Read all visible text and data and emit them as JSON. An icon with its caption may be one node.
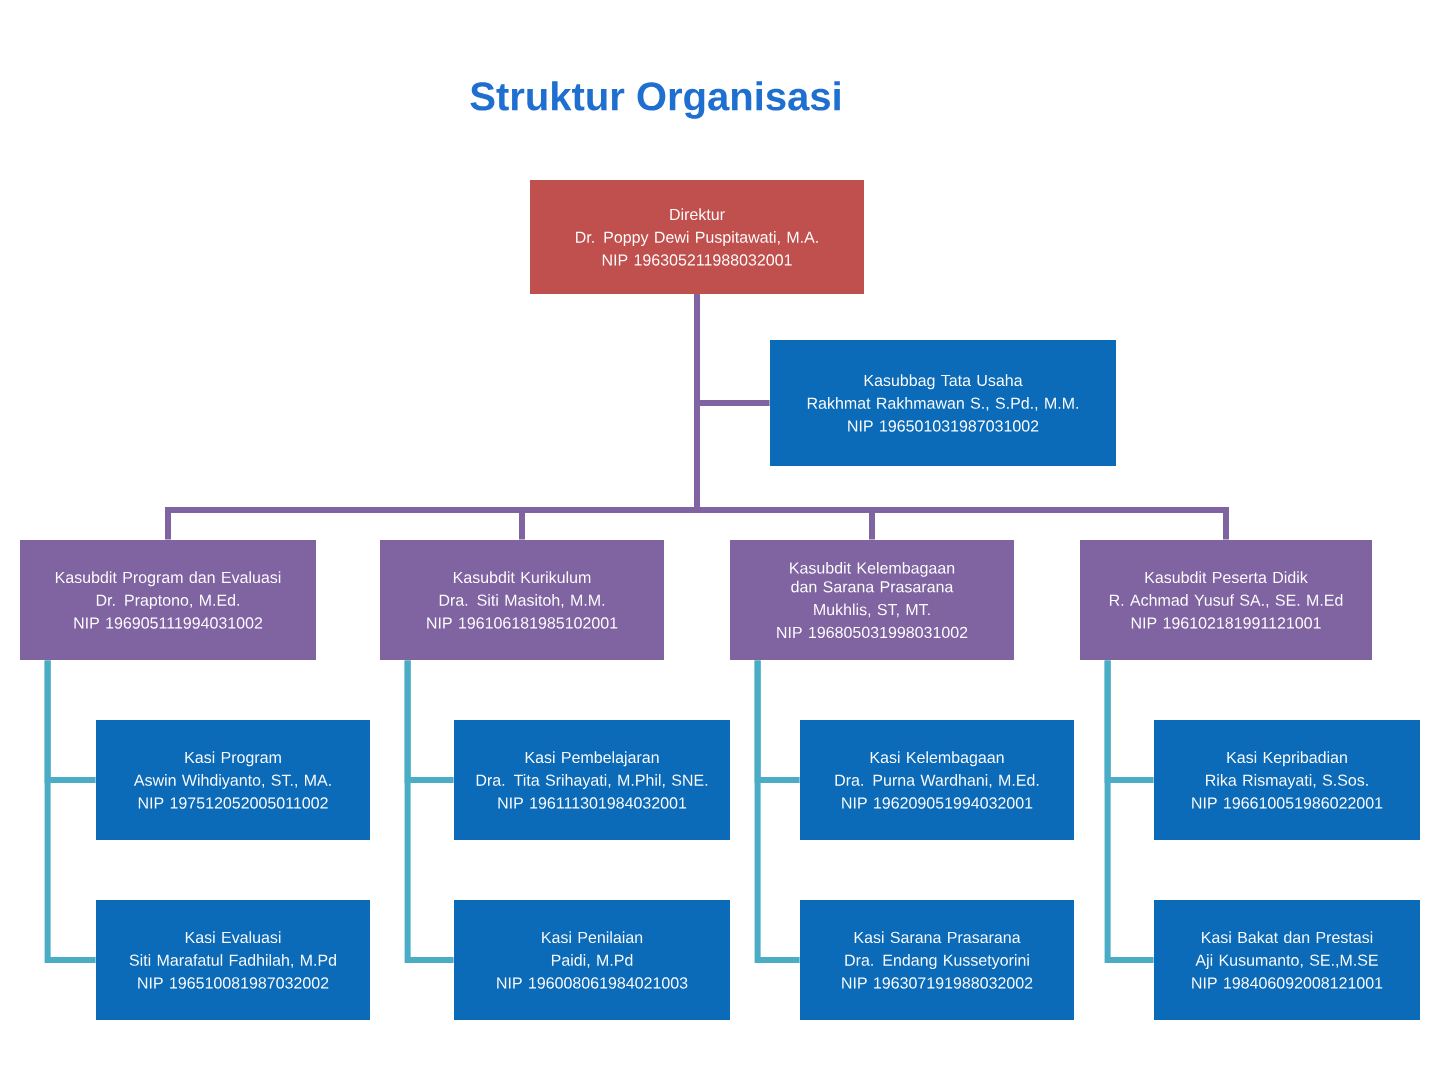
{
  "diagram": {
    "title": "Struktur Organisasi",
    "nodes": [
      {
        "text": [
          "Direktur",
          "Dr. Poppy Dewi Puspitawati, M.A.",
          "NIP 196305211988032001"
        ]
      },
      {
        "text": [
          "Kasubbag Tata Usaha",
          "Rakhmat Rakhmawan S., S.Pd., M.M.",
          "NIP 196501031987031002"
        ]
      },
      {
        "text": [
          "Kasubdit Program dan Evaluasi",
          "Dr. Praptono, M.Ed.",
          "NIP 196905111994031002"
        ]
      },
      {
        "text": [
          "Kasubdit Kurikulum",
          "Dra. Siti Masitoh, M.M.",
          "NIP 196106181985102001"
        ]
      },
      {
        "text": [
          "Kasubdit Kelembagaan dan Sarana Prasarana",
          "Mukhlis, ST, MT.",
          "NIP 196805031998031002"
        ]
      },
      {
        "text": [
          "Kasubdit Peserta Didik",
          "R. Achmad Yusuf SA., SE. M.Ed",
          "NIP 196102181991121001"
        ]
      },
      {
        "text": [
          "Kasi Program",
          "Aswin Wihdiyanto, ST., MA.",
          "NIP 197512052005011002"
        ]
      },
      {
        "text": [
          "Kasi Evaluasi",
          "Siti Marafatul Fadhilah, M.Pd",
          "NIP 196510081987032002"
        ]
      },
      {
        "text": [
          "Kasi Pembelajaran",
          "Dra. Tita Srihayati, M.Phil, SNE.",
          "NIP 196111301984032001"
        ]
      },
      {
        "text": [
          "Kasi Penilaian",
          "Paidi, M.Pd",
          "NIP 196008061984021003"
        ]
      },
      {
        "text": [
          "Kasi Kelembagaan",
          "Dra. Purna Wardhani, M.Ed.",
          "NIP 196209051994032001"
        ]
      },
      {
        "text": [
          "Kasi Sarana Prasarana",
          "Dra. Endang Kussetyorini",
          "NIP 196307191988032002"
        ]
      },
      {
        "text": [
          "Kasi Kepribadian",
          "Rika Rismayati, S.Sos.",
          "NIP 196610051986022001"
        ]
      },
      {
        "text": [
          "Kasi Bakat dan Prestasi",
          "Aji Kusumanto, SE.,M.SE",
          "NIP 198406092008121001"
        ]
      }
    ],
    "edges": [
      {
        "from": 0,
        "to": 1,
        "arrow": "none",
        "color": "#8064a2"
      },
      {
        "from": 0,
        "to": 2,
        "arrow": "none",
        "color": "#8064a2"
      },
      {
        "from": 0,
        "to": 3,
        "arrow": "none",
        "color": "#8064a2"
      },
      {
        "from": 0,
        "to": 4,
        "arrow": "none",
        "color": "#8064a2"
      },
      {
        "from": 0,
        "to": 5,
        "arrow": "none",
        "color": "#8064a2"
      },
      {
        "from": 2,
        "to": 6,
        "arrow": "none"
      },
      {
        "from": 2,
        "to": 7,
        "arrow": "none"
      },
      {
        "from": 3,
        "to": 8,
        "arrow": "none"
      },
      {
        "from": 3,
        "to": 9,
        "arrow": "none"
      },
      {
        "from": 4,
        "to": 10,
        "arrow": "none"
      },
      {
        "from": 4,
        "to": 11,
        "arrow": "none"
      },
      {
        "from": 5,
        "to": 12,
        "arrow": "none"
      },
      {
        "from": 5,
        "to": 13,
        "arrow": "none"
      }
    ]
  }
}
